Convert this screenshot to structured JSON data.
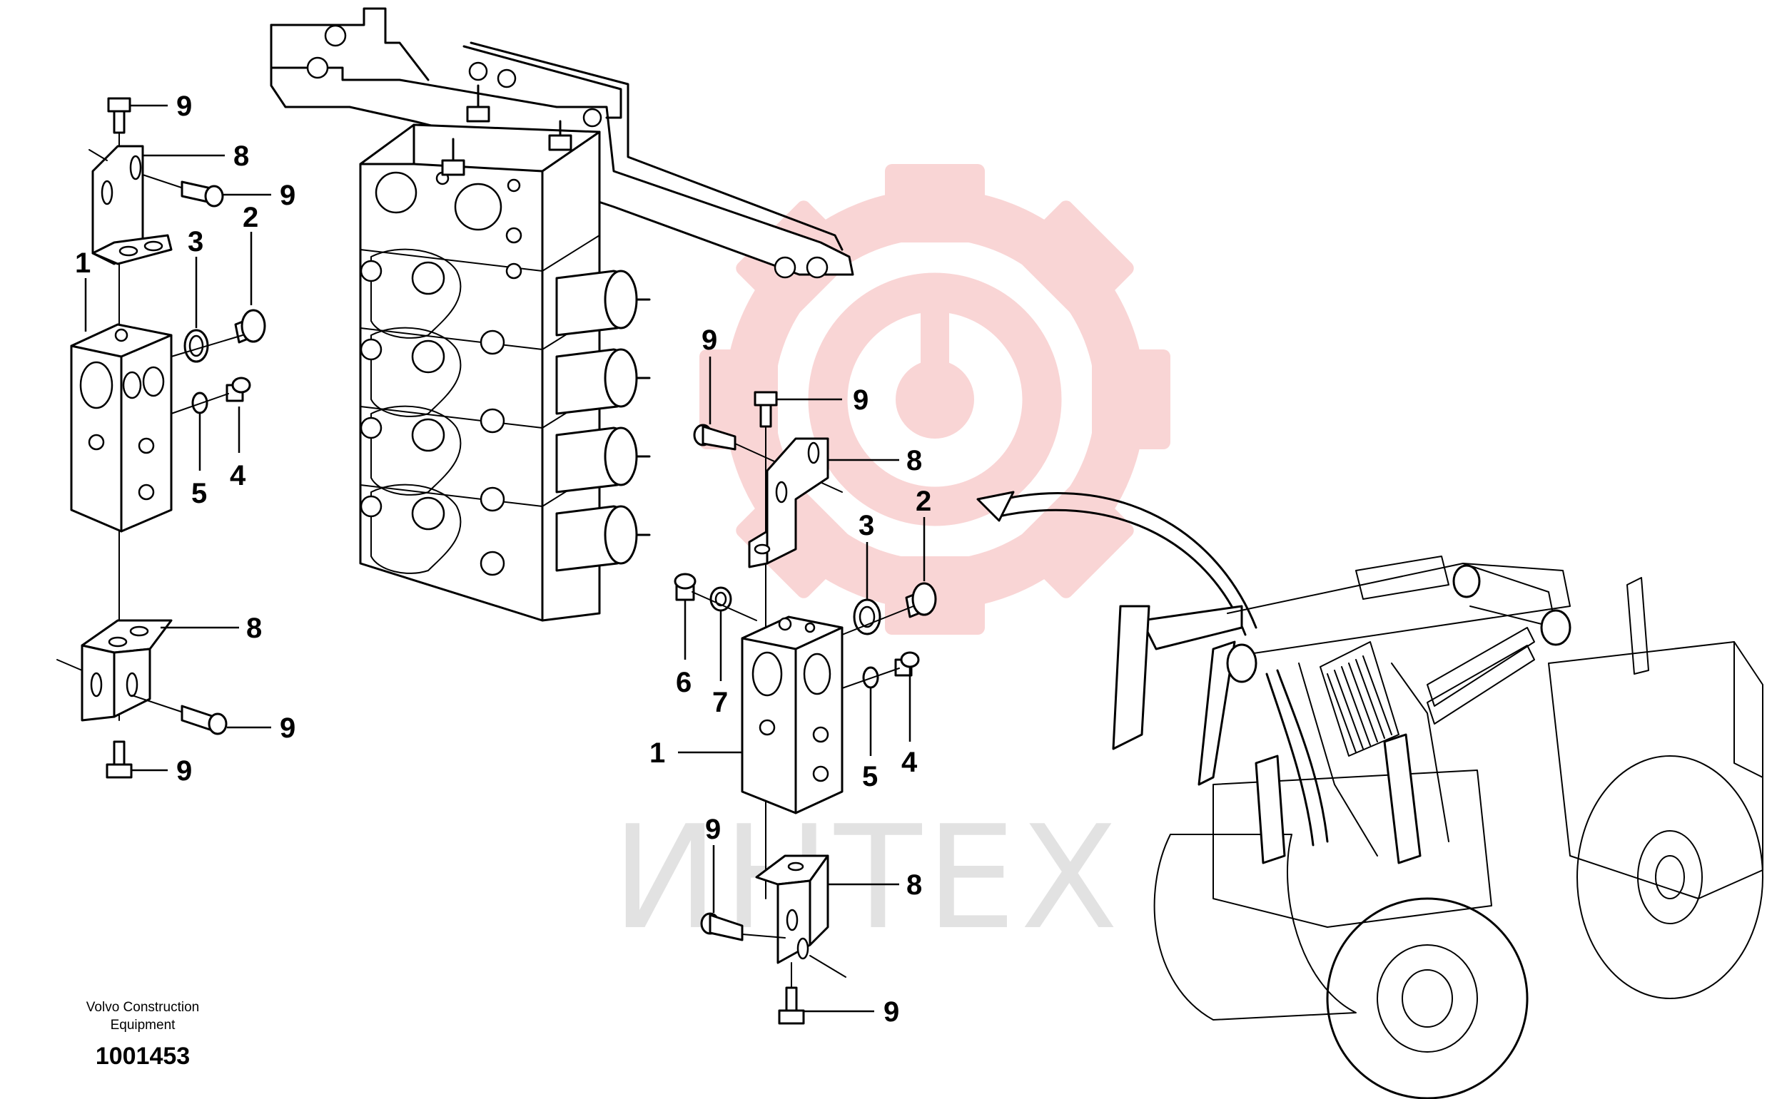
{
  "footer": {
    "company_line1": "Volvo Construction",
    "company_line2": "Equipment",
    "drawing_number": "1001453"
  },
  "watermark": {
    "text": "ИНТЕХ",
    "gear_color": "#f7c8c8",
    "text_color": "#d9d9d9"
  },
  "callouts": {
    "left_bolt_top": "9",
    "left_bracket_top": "8",
    "left_bolt_side_top": "9",
    "left_plug": "2",
    "left_seal_ring": "3",
    "left_block": "1",
    "left_plug_small": "4",
    "left_washer": "5",
    "left_bracket_bottom": "8",
    "left_bolt_side_bottom": "9",
    "left_bolt_bottom": "9",
    "mid_bolt_side_top": "9",
    "mid_bolt_top": "9",
    "mid_bracket_top": "8",
    "mid_seal_ring": "3",
    "mid_plug": "2",
    "mid_plug_left": "6",
    "mid_washer_left": "7",
    "mid_block": "1",
    "mid_washer": "5",
    "mid_plug_small": "4",
    "mid_bolt_side_bottom": "9",
    "mid_bracket_bottom": "8",
    "mid_bolt_bottom": "9"
  }
}
